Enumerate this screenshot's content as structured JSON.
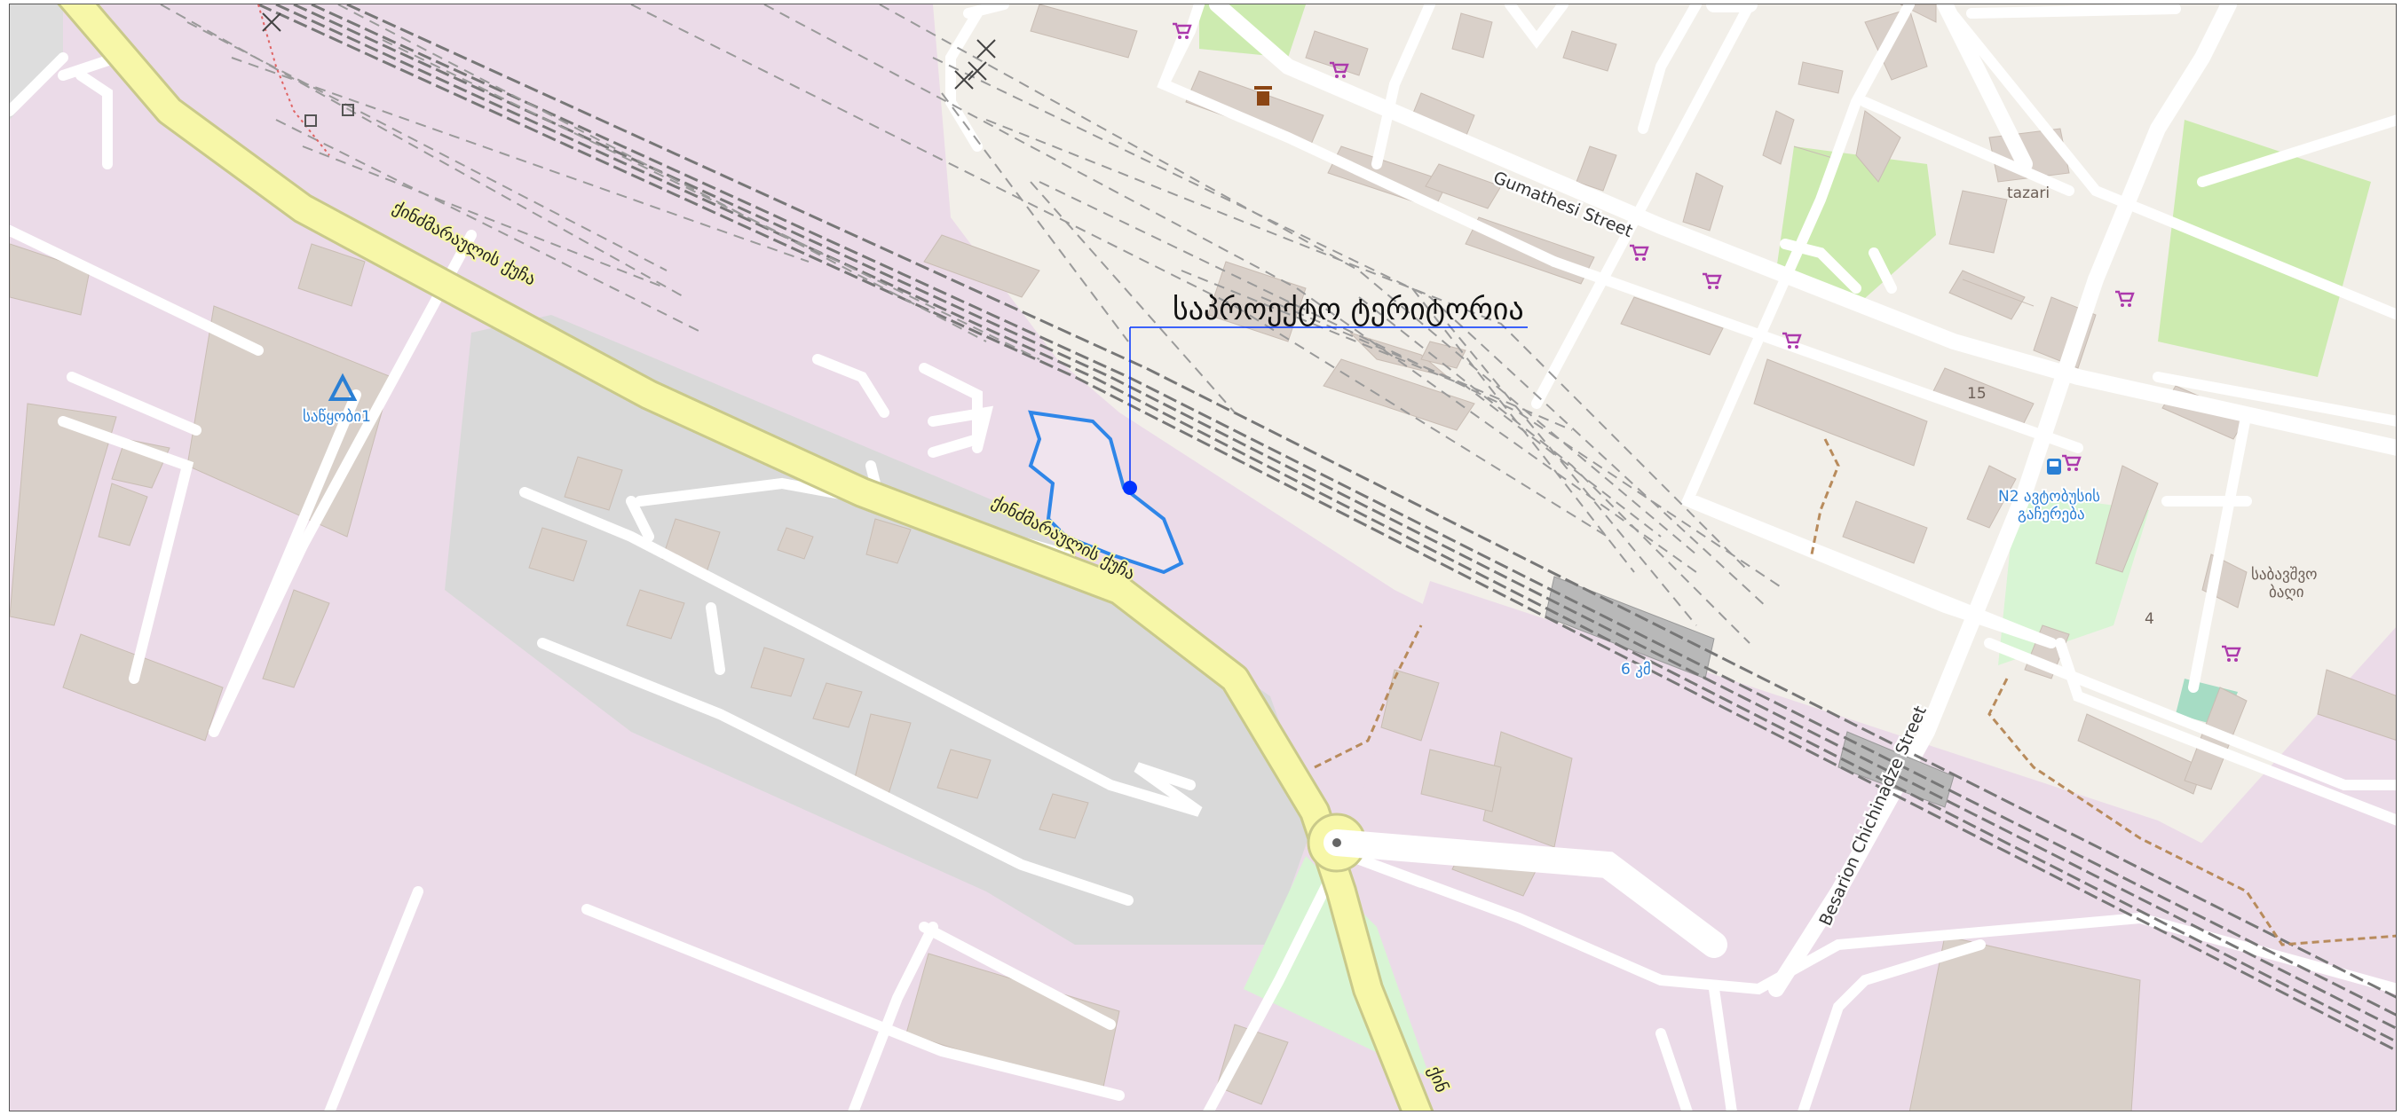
{
  "map": {
    "colors": {
      "industrial": "#ebdbe8",
      "residential": "#f2efe9",
      "building": "#d9d0c9",
      "retail_area": "#d9d9d9",
      "park": "#cdebb0",
      "grass": "#d8f5d4",
      "primary_road": "#f7f7a8",
      "primary_casing": "#c9c98a",
      "rail": "#777777",
      "poi_blue": "#2a7fd4",
      "shop": "#ac39ac",
      "highlight": "#2f86e8",
      "marker": "#0033ff"
    },
    "callout": {
      "text": "საპროექტო ტერიტორია"
    },
    "labels": {
      "primary_road_1": "ქინძმარაულის ქუჩა",
      "primary_road_2": "ქინძმარაულის ქუჩა",
      "primary_road_3": "ქინ",
      "gumathesi": "Gumathesi Street",
      "chichinadze": "Besarion Chichinadze Street",
      "sawyobi": "საწყობი1",
      "bus_station": "N2 ავტობუსის",
      "bus_station_2": "გაჩერება",
      "tazari": "tazari",
      "sabavshvo": "საბავშვო",
      "sabavshvo_2": "ბაღი",
      "number_15": "15",
      "number_4": "4",
      "six_km": "6 კმ"
    },
    "icons": {
      "warehouse": "warehouse-icon",
      "bus": "bus-stop-icon",
      "shop": "shopping-cart-icon",
      "cafe": "coffee-icon",
      "roundabout": "roundabout-icon"
    }
  }
}
